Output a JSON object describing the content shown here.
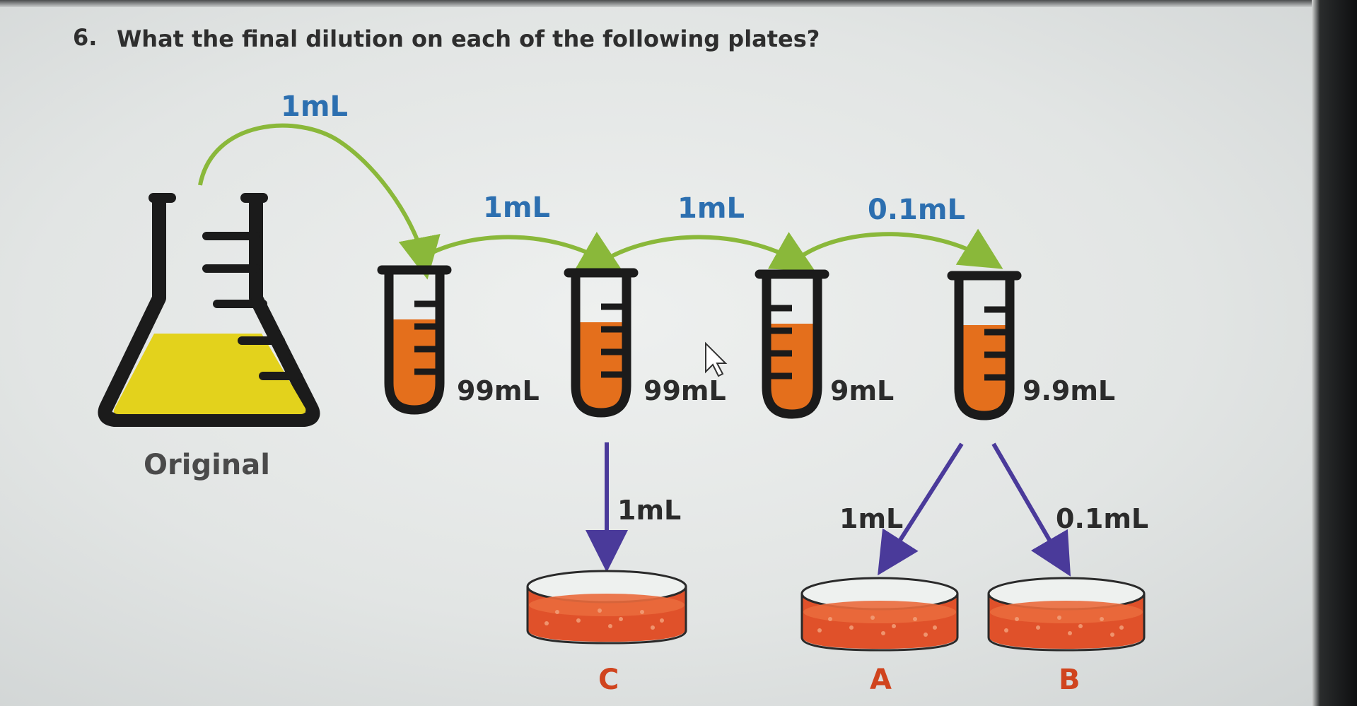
{
  "question": {
    "number": "6.",
    "text": "What the final dilution on each of the following plates?"
  },
  "original_label": "Original",
  "transfer_labels": [
    "1mL",
    "1mL",
    "1mL",
    "0.1mL"
  ],
  "tube_volumes": [
    "99mL",
    "99mL",
    "9mL",
    "9.9mL"
  ],
  "plate_transfers": {
    "to_c": "1mL",
    "to_a": "1mL",
    "to_b": "0.1mL"
  },
  "plate_labels": {
    "c": "C",
    "a": "A",
    "b": "B"
  },
  "colors": {
    "flask_liquid": "#e3d21c",
    "tube_liquid": "#e46f1c",
    "transfer_arrow": "#8ab83a",
    "plate_arrow": "#4a3a9a",
    "volume_text": "#2c6fb0",
    "plate_agar": "#e0512a"
  }
}
